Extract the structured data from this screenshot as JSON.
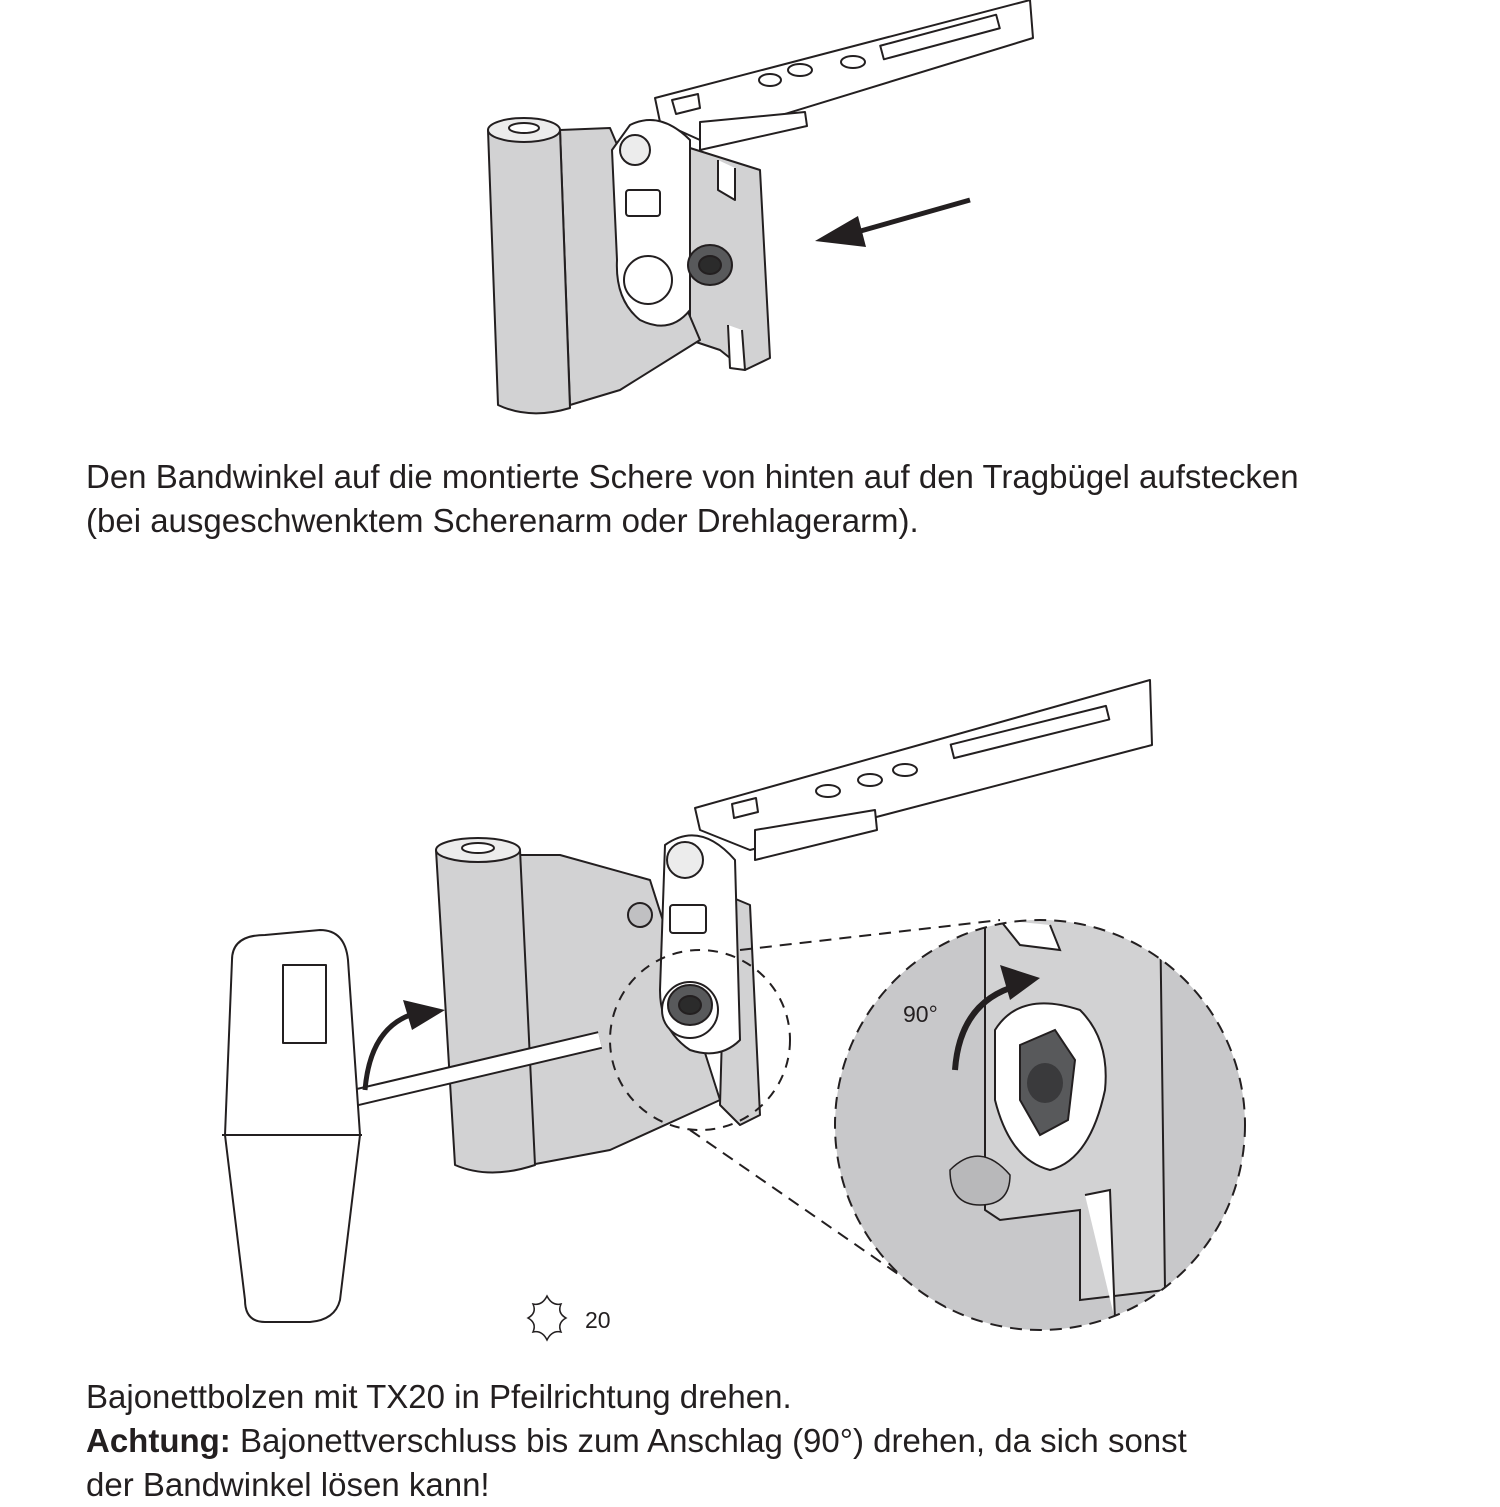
{
  "step1": {
    "caption_line1": "Den Bandwinkel auf die montierte Schere von hinten auf den Tragbügel aufstecken",
    "caption_line2": "(bei ausgeschwenktem Scherenarm oder Drehlagerarm)."
  },
  "step2": {
    "angle_label": "90°",
    "tool_size": "20",
    "tool_icon": "torx-icon",
    "caption_line1": "Bajonettbolzen mit TX20 in Pfeilrichtung drehen.",
    "warning_label": "Achtung:",
    "warning_text": " Bajonettverschluss bis zum Anschlag (90°) drehen, da sich sonst",
    "caption_line3": "der Bandwinkel lösen kann!"
  },
  "colors": {
    "line": "#231f20",
    "part_gray": "#d2d2d3",
    "dark_bolt": "#58595b",
    "zoom_gray": "#c8c8ca"
  }
}
